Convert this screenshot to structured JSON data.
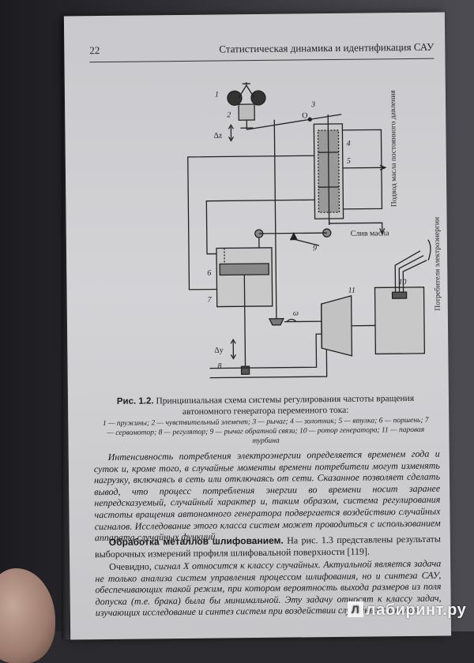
{
  "header": {
    "page_number": "22",
    "running_title": "Статистическая динамика и идентификация САУ"
  },
  "diagram": {
    "labels": {
      "n1": "1",
      "n2": "2",
      "n3": "3",
      "o": "O",
      "n4": "4",
      "n5": "5",
      "n6": "6",
      "n7": "7",
      "n8": "8",
      "n9": "9",
      "n10": "10",
      "n11": "11",
      "dz": "Δz",
      "dy": "Δy",
      "omega": "ω",
      "oil_supply": "Подвод масла постоянного давления",
      "oil_drain": "Слив масла",
      "consumers": "Потребители электроэнергии"
    }
  },
  "caption": {
    "title_label": "Рис. 1.2.",
    "title_text": "Принципиальная схема системы регулирования частоты вращения автономного генератора переменного тока:",
    "legend": "1 — пружины; 2 — чувствительный элемент; 3 — рычаг; 4 — золотник; 5 — втулка; 6 — поршень; 7 — сервомотор; 8 — регулятор; 9 — рычаг обратной связи; 10 — ротор генератора; 11 — паровая турбина"
  },
  "paragraphs": {
    "p1": "Интенсивность потребления электроэнергии определяется временем года и суток и, кроме того, в случайные моменты времени потребители могут изменять нагрузку, включаясь в сеть или отключаясь от сети. Сказанное позволяет сделать вывод, что процесс потребления энергии во времени носит заранее непредсказуемый, случайный характер и, таким образом, система регулирования частоты вращения автономного генератора подвергается воздействию случайных сигналов. Исследование этого класса систем может проводиться с использованием аппарата случайных функций.",
    "p2_heading": "Обработка металлов шлифованием.",
    "p2_text": "На рис. 1.3 представлены результаты выборочных измерений профиля шлифовальной поверхности [119].",
    "p3_start": "Очевидно,",
    "p3_rest": "сигнал X относится к классу случайных. Актуальной является задача не только анализа систем управления процессом шлифования, но и синтеза САУ, обеспечивающих такой режим, при котором вероятность выхода размеров из поля допуска (т.е. брака) была бы минимальной. Эту задачу относят к классу задач, изучающих исследование и синтез систем при воздействии случайных сигналов."
  },
  "watermark": {
    "text": "лабиринт.ру",
    "badge": "Л"
  }
}
